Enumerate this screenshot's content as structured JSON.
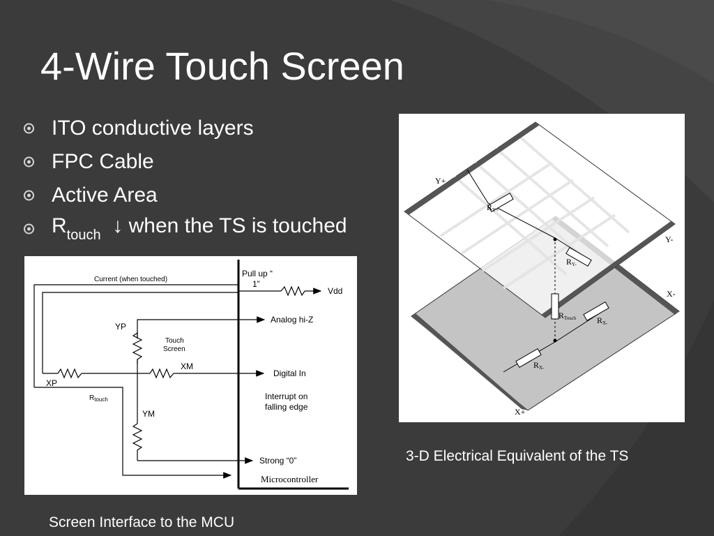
{
  "slide": {
    "title": "4-Wire Touch Screen",
    "bullets": [
      {
        "text": "ITO  conductive  layers"
      },
      {
        "text": "FPC Cable"
      },
      {
        "text": "Active Area"
      },
      {
        "prefix": "R",
        "subscript": "touch",
        "suffix": "  ↓ when the TS is touched"
      }
    ]
  },
  "circuit": {
    "current_label": "Current (when touched)",
    "pullup_line1": "Pull up “",
    "pullup_line2": "1”",
    "vdd": "Vdd",
    "analog": "Analog hi-Z",
    "yp": "YP",
    "touch_line1": "Touch",
    "touch_line2": "Screen",
    "xm": "XM",
    "digital": "Digital In",
    "xp": "XP",
    "rtouch_r": "R",
    "rtouch_sub": "touch",
    "interrupt_line1": "Interrupt on",
    "interrupt_line2": "falling edge",
    "ym": "YM",
    "strong": "Strong “0”",
    "mcu": "Microcontroller",
    "caption": "Screen Interface to the MCU"
  },
  "diagram3d": {
    "y_plus": "Y+",
    "y_minus": "Y-",
    "x_minus": "X-",
    "x_plus": "X+",
    "r_yplus": "R",
    "r_yplus_sub": "Y+",
    "r_yminus": "R",
    "r_yminus_sub": "Y-",
    "r_touch": "R",
    "r_touch_sub": "Touch",
    "r_xminus": "R",
    "r_xminus_sub": "X-",
    "r_xminus2": "R",
    "r_xminus2_sub": "X-",
    "caption": "3-D Electrical Equivalent of the TS"
  },
  "colors": {
    "background": "#3a3a3a",
    "text": "#ffffff",
    "bullet": "#d6d6d6"
  }
}
